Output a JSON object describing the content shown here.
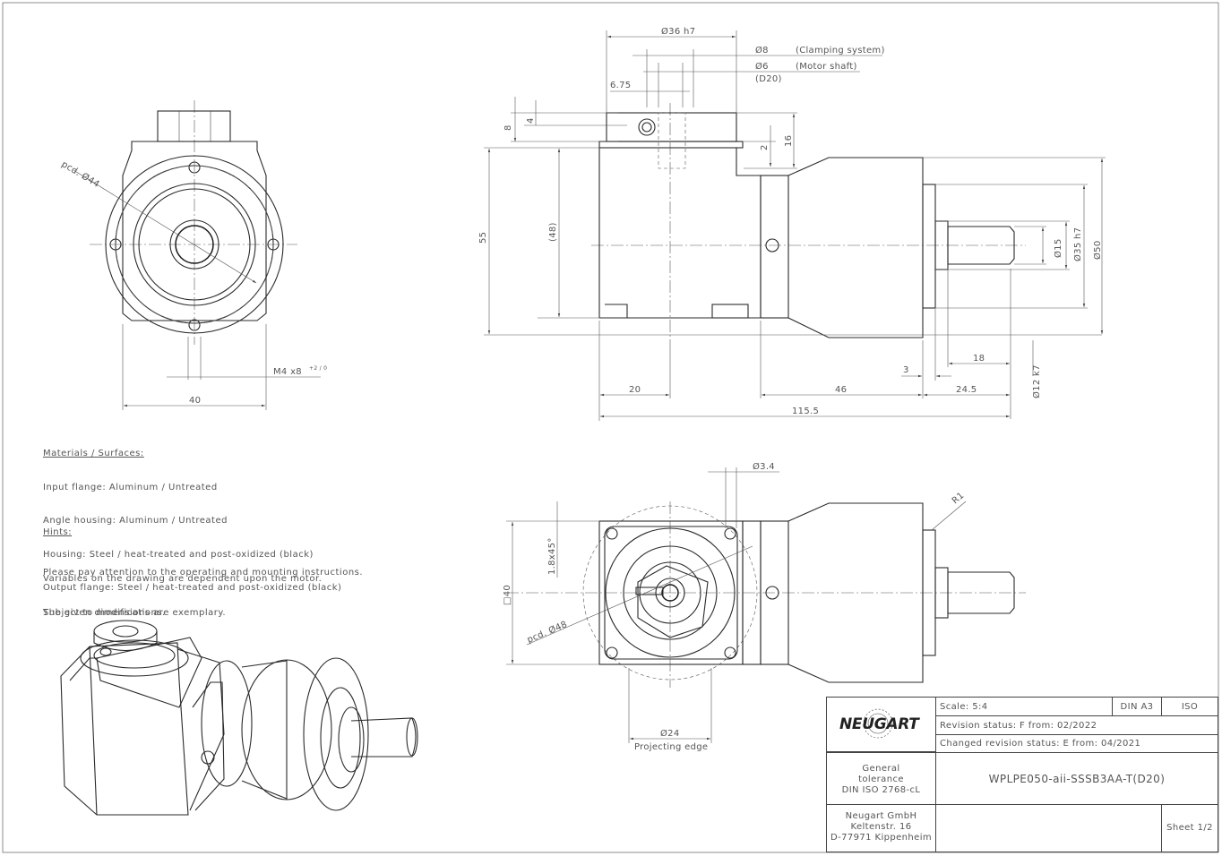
{
  "dimensions": {
    "d36h7": "Ø36 h7",
    "d8": "Ø8",
    "clamping": "(Clamping system)",
    "d6": "Ø6",
    "motor_shaft": "(Motor shaft)",
    "d20": "(D20)",
    "d675": "6.75",
    "d8v": "8",
    "d4v": "4",
    "d2v": "2",
    "d16v": "16",
    "d55": "55",
    "d48p": "(48)",
    "d15": "Ø15",
    "d35h7": "Ø35 h7",
    "d50": "Ø50",
    "d18": "18",
    "d3": "3",
    "d12k7": "Ø12 k7",
    "d20h": "20",
    "d46": "46",
    "d245": "24.5",
    "d1155": "115.5",
    "pcd44": "pcd. Ø44",
    "m4": "M4 x8",
    "tol": "+2 / 0",
    "d40": "40",
    "d34": "Ø3.4",
    "r1": "R1",
    "chamfer": "1.8x45°",
    "sq40": "□40",
    "pcd48": "pcd. Ø48",
    "d24": "Ø24",
    "proj_edge": "Projecting edge"
  },
  "notes": {
    "materials_title": "Materials / Surfaces:",
    "materials": [
      "Input flange: Aluminum / Untreated",
      "Angle housing: Aluminum / Untreated",
      "Housing: Steel / heat-treated and post-oxidized (black)",
      "Output flange: Steel / heat-treated and post-oxidized (black)"
    ],
    "hints_title": "Hints:",
    "hints": [
      "Please pay attention to the operating and mounting instructions.",
      "Subject to modifications."
    ],
    "variables": [
      "Variables on the drawing are dependent upon the motor.",
      "The given dimensions are exemplary."
    ]
  },
  "title_block": {
    "logo": "NEUGART",
    "scale": "Scale: 5:4",
    "paper": "DIN A3",
    "standard": "ISO",
    "revision": "Revision status: F   from: 02/2022",
    "changed": "Changed revision status: E   from: 04/2021",
    "tol_1": "General",
    "tol_2": "tolerance",
    "tol_3": "DIN ISO 2768-cL",
    "part_number": "WPLPE050-aii-SSSB3AA-T(D20)",
    "company_1": "Neugart GmbH",
    "company_2": "Keltenstr. 16",
    "company_3": "D-77971 Kippenheim",
    "sheet": "Sheet 1/2"
  },
  "colors": {
    "line": "#2a2a2a",
    "text": "#555555",
    "paper": "#ffffff"
  }
}
